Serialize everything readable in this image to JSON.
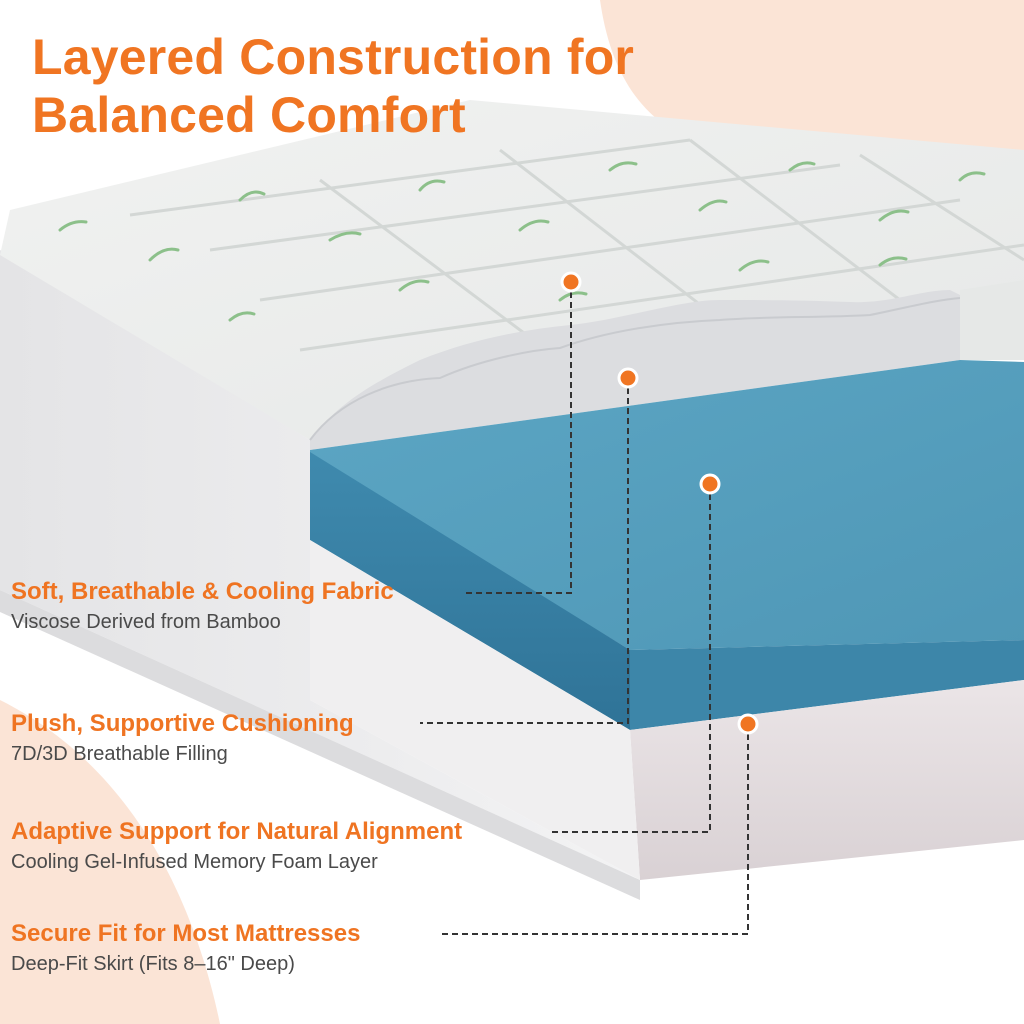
{
  "title": {
    "line1": "Layered Construction for",
    "line2": "Balanced Comfort"
  },
  "features": [
    {
      "heading": "Soft, Breathable & Cooling Fabric",
      "description": "Viscose Derived from Bamboo"
    },
    {
      "heading": "Plush, Supportive Cushioning",
      "description": "7D/3D Breathable Filling"
    },
    {
      "heading": "Adaptive Support for Natural Alignment",
      "description": "Cooling Gel-Infused Memory Foam Layer"
    },
    {
      "heading": "Secure Fit for Most Mattresses",
      "description": "Deep-Fit Skirt (Fits 8–16\" Deep)"
    }
  ],
  "colors": {
    "accent": "#f07522",
    "background_blob": "#fbe4d6",
    "fabric": "#eceeee",
    "leaf": "#8cc08a",
    "memory_foam": "#4f98b8",
    "skirt": "#e6e0e2"
  }
}
